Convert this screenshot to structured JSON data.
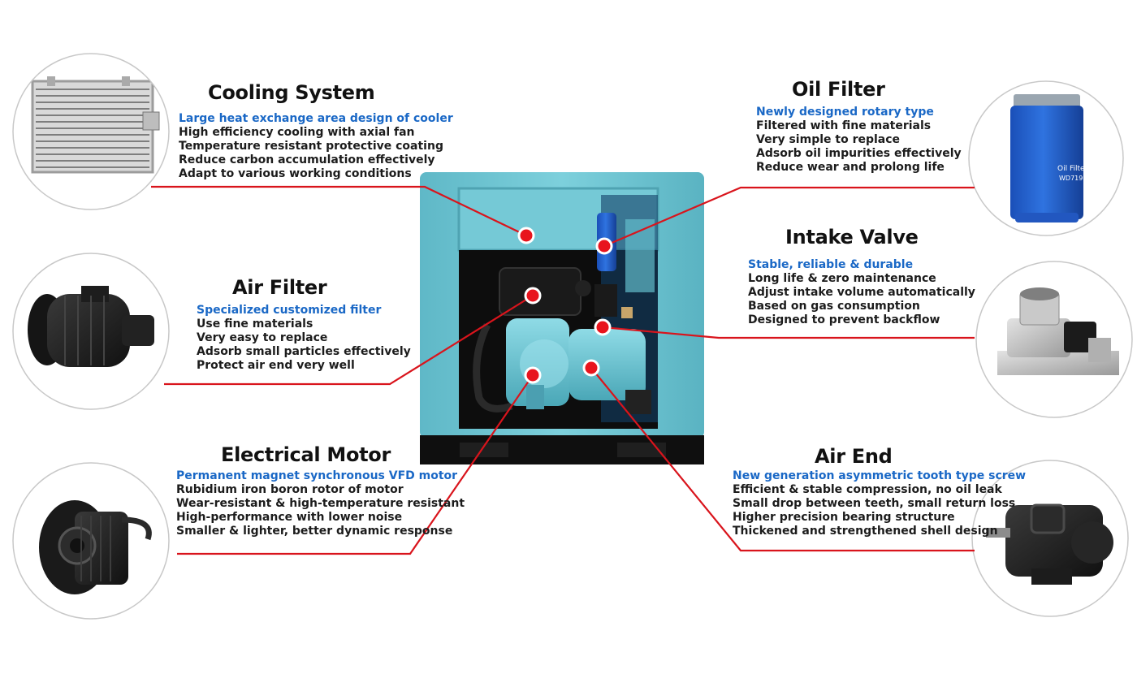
{
  "colors": {
    "accent_red": "#d9141c",
    "accent_blue": "#1a68c6",
    "machine_teal": "#6cc4d2"
  },
  "components": {
    "cooling": {
      "title": "Cooling System",
      "subtitle": "Large heat exchange area design of cooler",
      "lines": [
        "High efficiency cooling with axial fan",
        "Temperature resistant protective coating",
        "Reduce carbon accumulation effectively",
        "Adapt to various working conditions"
      ]
    },
    "air_filter": {
      "title": "Air Filter",
      "subtitle": "Specialized customized filter",
      "lines": [
        "Use fine materials",
        "Very easy to replace",
        "Adsorb small particles effectively",
        "Protect air end very well"
      ]
    },
    "motor": {
      "title": "Electrical Motor",
      "subtitle": "Permanent magnet synchronous VFD motor",
      "lines": [
        "Rubidium iron boron rotor of motor",
        "Wear-resistant & high-temperature resistant",
        "High-performance with lower noise",
        "Smaller & lighter, better dynamic response"
      ]
    },
    "oil_filter": {
      "title": "Oil Filter",
      "subtitle": "Newly designed rotary type",
      "lines": [
        "Filtered with fine materials",
        "Very simple to replace",
        "Adsorb oil impurities effectively",
        "Reduce wear and prolong life"
      ],
      "label_brand": "Oil Filter",
      "label_model": "WD719"
    },
    "intake_valve": {
      "title": "Intake Valve",
      "subtitle": "Stable, reliable & durable",
      "lines": [
        "Long life & zero maintenance",
        "Adjust intake volume automatically",
        "Based on gas consumption",
        "Designed to prevent backflow"
      ]
    },
    "air_end": {
      "title": "Air End",
      "subtitle": "New generation asymmetric tooth type screw",
      "lines": [
        "Efficient & stable compression, no oil leak",
        "Small drop between teeth, small return loss",
        "Higher precision bearing structure",
        "Thickened and strengthened shell design"
      ]
    }
  }
}
